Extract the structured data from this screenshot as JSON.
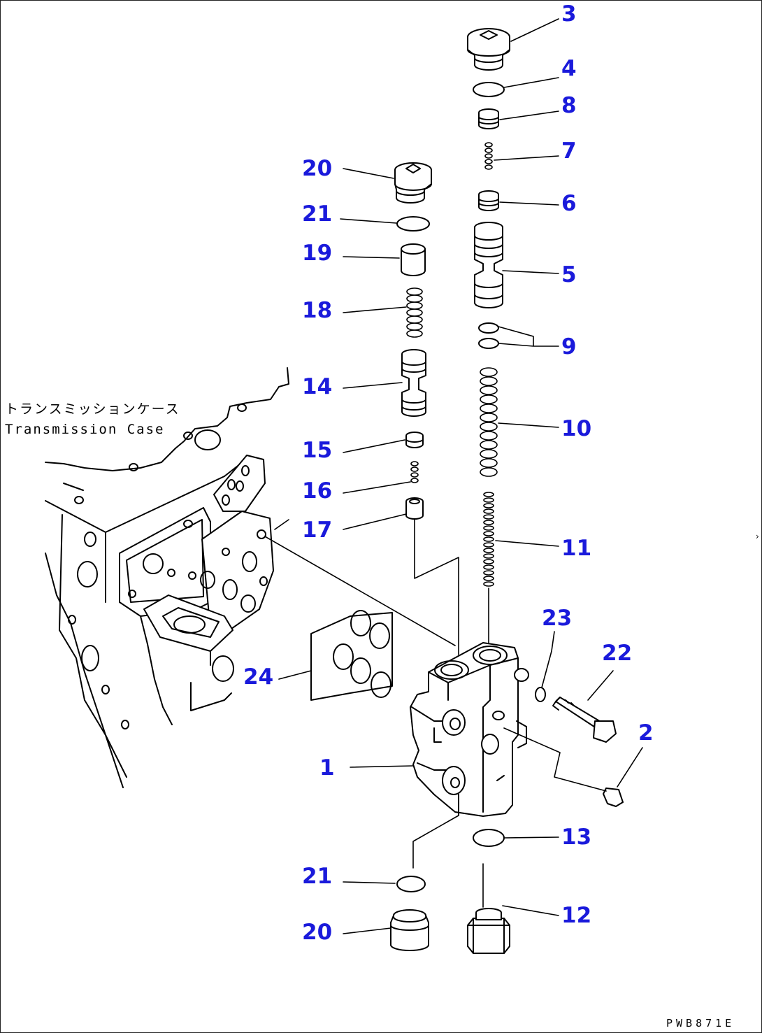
{
  "diagram": {
    "case_label_jp": "トランスミッションケース",
    "case_label_en": "Transmission Case",
    "drawing_code": "PWB871E",
    "colors": {
      "callout": "#1a1adb",
      "line": "#000000",
      "background": "#ffffff"
    },
    "callouts": {
      "c1": "1",
      "c2": "2",
      "c3": "3",
      "c4": "4",
      "c5": "5",
      "c6": "6",
      "c7": "7",
      "c8": "8",
      "c9": "9",
      "c10": "10",
      "c11": "11",
      "c12": "12",
      "c13": "13",
      "c14": "14",
      "c15": "15",
      "c16": "16",
      "c17": "17",
      "c18": "18",
      "c19": "19",
      "c20a": "20",
      "c20b": "20",
      "c21a": "21",
      "c21b": "21",
      "c22": "22",
      "c23": "23",
      "c24": "24"
    }
  }
}
